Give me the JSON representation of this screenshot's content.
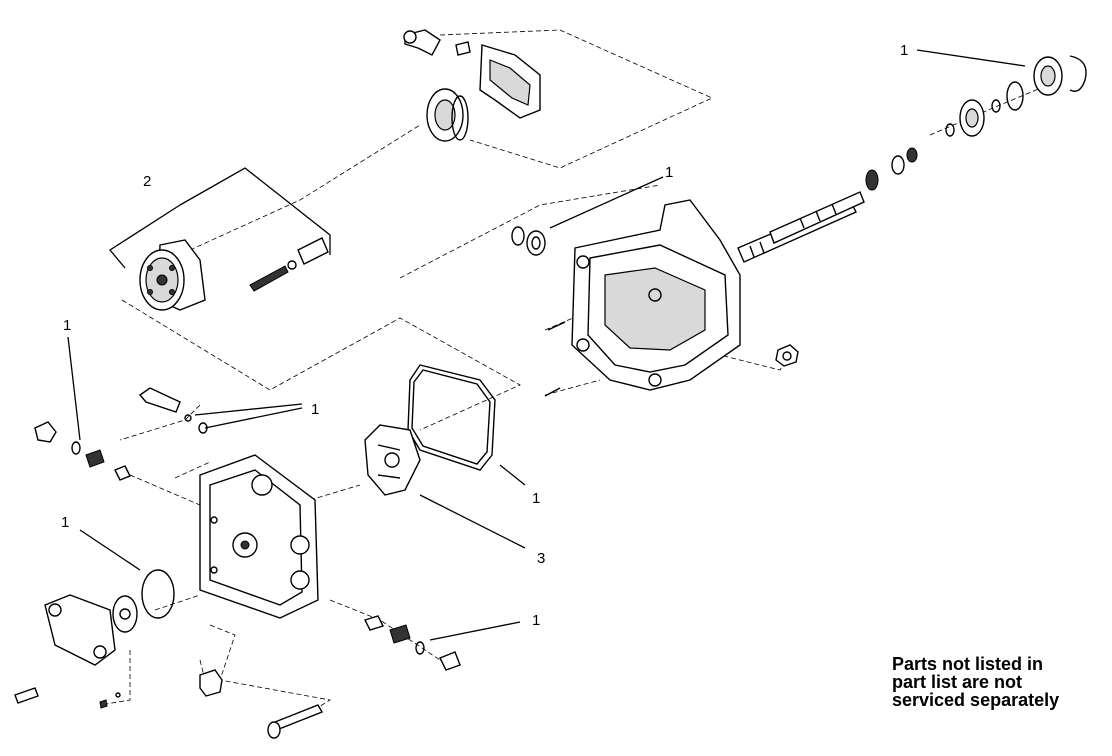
{
  "callouts": [
    {
      "id": "c1",
      "label": "1"
    },
    {
      "id": "c2",
      "label": "1"
    },
    {
      "id": "c3",
      "label": "2"
    },
    {
      "id": "c4",
      "label": "1"
    },
    {
      "id": "c5",
      "label": "1"
    },
    {
      "id": "c6",
      "label": "1"
    },
    {
      "id": "c7",
      "label": "1"
    },
    {
      "id": "c8",
      "label": "3"
    },
    {
      "id": "c9",
      "label": "1"
    },
    {
      "id": "c10",
      "label": "1"
    }
  ],
  "note": {
    "line1": "Parts not listed in",
    "line2": "part list are not",
    "line3": "serviced separately"
  }
}
